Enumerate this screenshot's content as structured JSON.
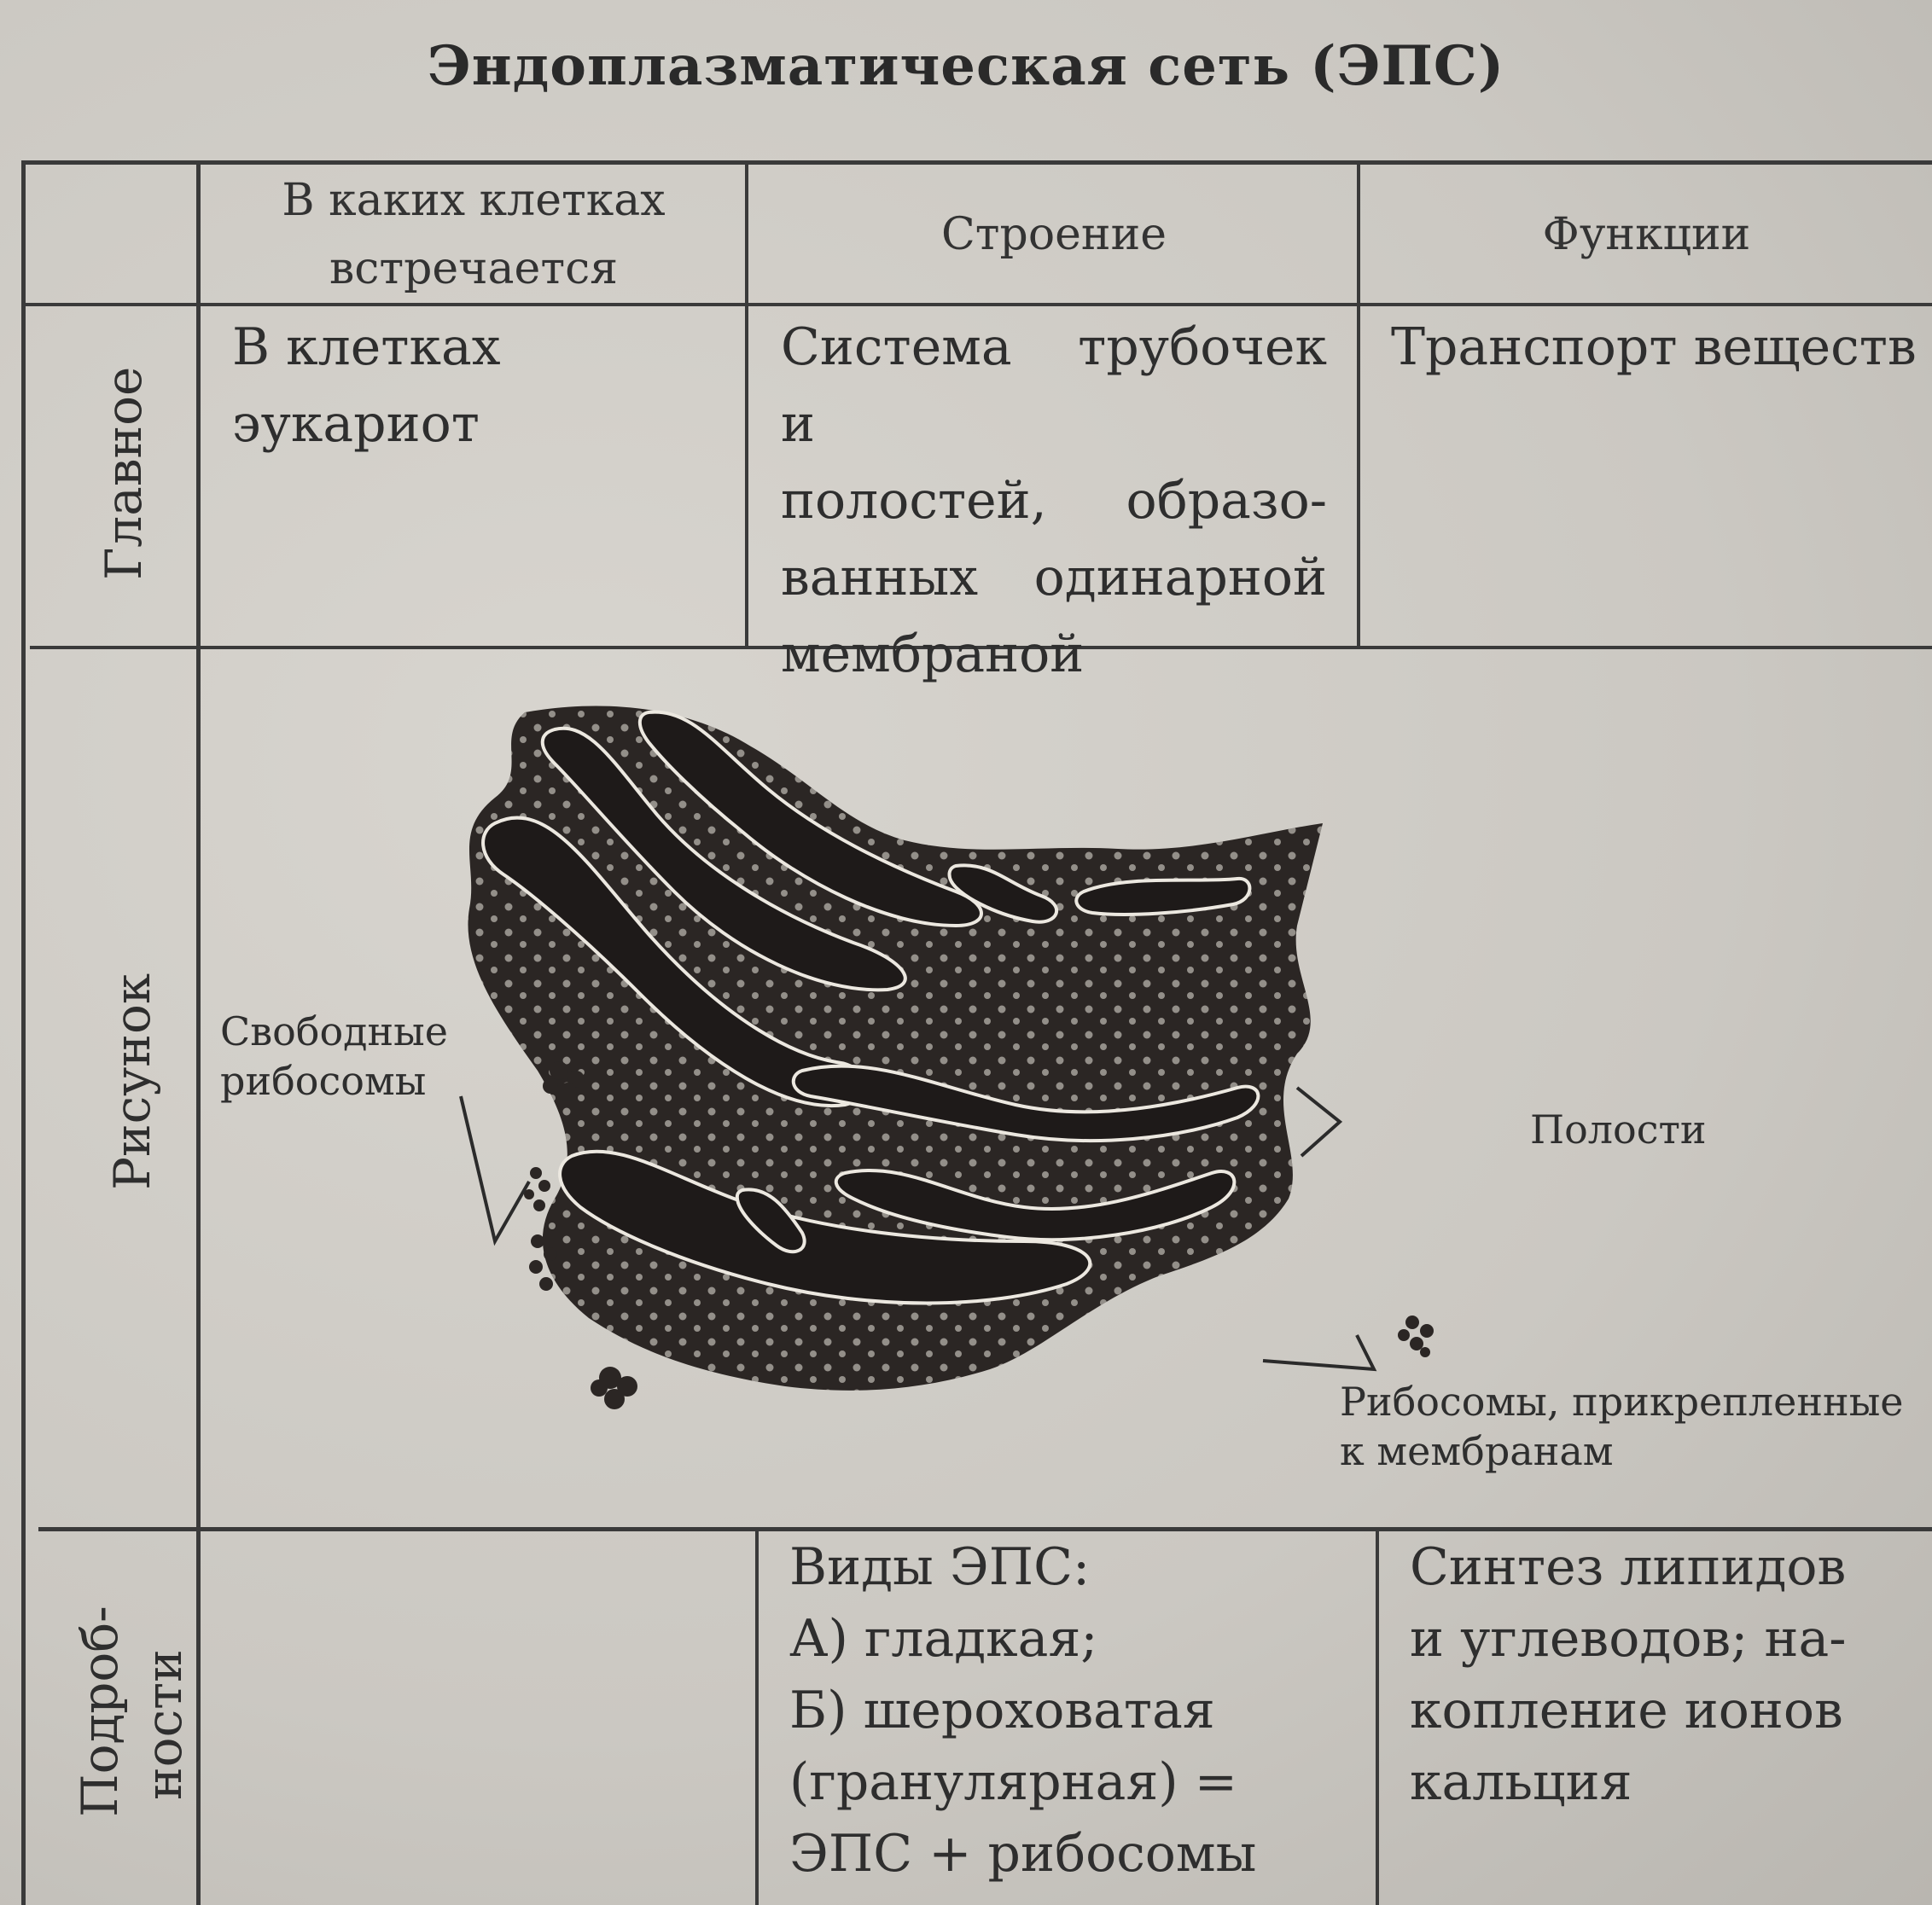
{
  "title": "Эндоплазматическая сеть (ЭПС)",
  "header": {
    "col1": [
      "В каких клетках",
      "встречается"
    ],
    "col2": "Строение",
    "col3": "Функции"
  },
  "rows": {
    "main": {
      "label": "Главное",
      "cells": "В клетках эукариот",
      "cell_lines": [
        "В клетках",
        "эукариот"
      ],
      "structure_lines": [
        "Система трубочек и",
        "полостей, образо-",
        "ванных одинарной",
        "мембраной"
      ],
      "function_lines": [
        "Транспорт веществ"
      ]
    },
    "figure": {
      "label": "Рисунок",
      "labels": {
        "free_ribosomes": [
          "Свободные",
          "рибосомы"
        ],
        "cavities": "Полости",
        "attached_ribosomes": [
          "Рибосомы, прикрепленные",
          "к мембранам"
        ]
      }
    },
    "details": {
      "label_lines": [
        "Подроб-",
        "ности"
      ],
      "types_lines": [
        "Виды ЭПС:",
        "А) гладкая;",
        "Б) шероховатая",
        "(гранулярная) =",
        "ЭПС + рибосомы"
      ],
      "function_lines": [
        "Синтез липидов",
        "и углеводов; на-",
        "копление ионов",
        "кальция"
      ]
    }
  }
}
